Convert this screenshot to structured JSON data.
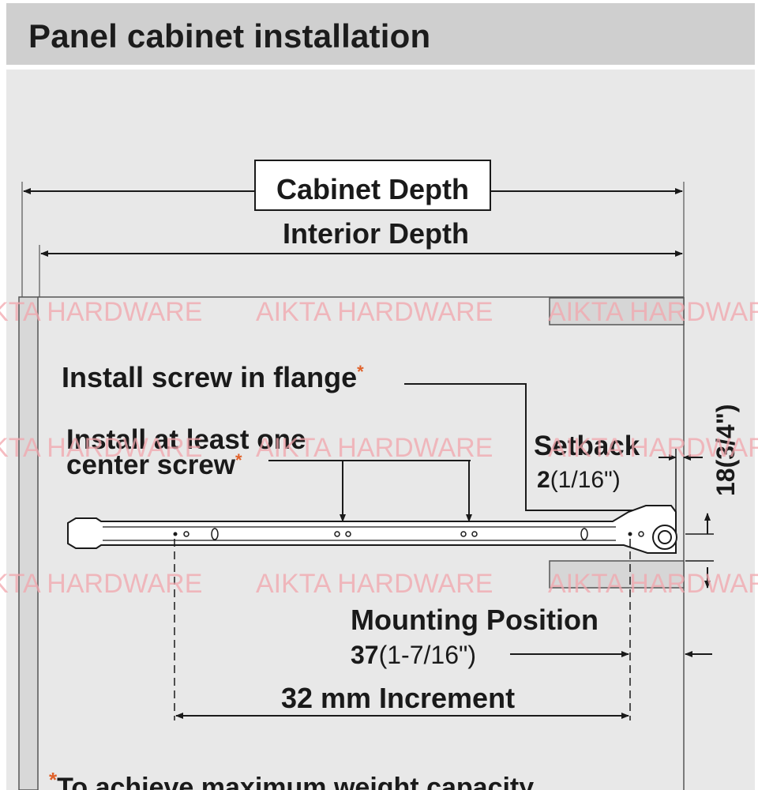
{
  "header": {
    "title": "Panel cabinet installation"
  },
  "labels": {
    "cabinet_depth": "Cabinet Depth",
    "interior_depth": "Interior Depth",
    "install_flange": "Install screw in flange",
    "install_center_1": "Install at least one",
    "install_center_2": "center screw",
    "setback_title": "Setback",
    "setback_value": "2",
    "setback_inch": "(1/16\")",
    "height_value": "18",
    "height_inch": "(3/4\")",
    "mounting_title": "Mounting Position",
    "mounting_value": "37",
    "mounting_inch": "(1-7/16\")",
    "increment": "32 mm  Increment",
    "footnote": "To achieve maximum weight capacity",
    "asterisk": "*"
  },
  "watermark": {
    "text": "AIKTA HARDWARE"
  },
  "colors": {
    "background": "#e8e8e8",
    "header": "#cfcfcf",
    "ink": "#1a1a1a",
    "asterisk": "#e0612a",
    "watermark": "#f2a6ad"
  }
}
